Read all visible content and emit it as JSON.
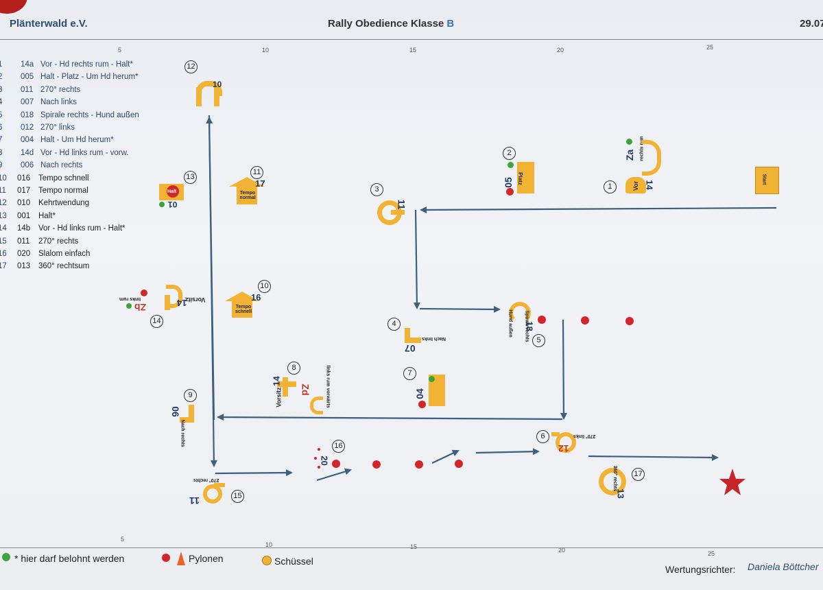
{
  "header": {
    "club": "Plänterwald e.V.",
    "title_main": "Rally Obedience Klasse ",
    "title_class": "B",
    "date": "29.07"
  },
  "legend": [
    {
      "idx": "1",
      "code": "14a",
      "label": "Vor - Hd rechts rum - Halt*"
    },
    {
      "idx": "2",
      "code": "005",
      "label": "Halt - Platz - Um Hd herum*"
    },
    {
      "idx": "3",
      "code": "011",
      "label": "270° rechts"
    },
    {
      "idx": "4",
      "code": "007",
      "label": "Nach links"
    },
    {
      "idx": "5",
      "code": "018",
      "label": "Spirale rechts - Hund außen"
    },
    {
      "idx": "6",
      "code": "012",
      "label": "270° links"
    },
    {
      "idx": "7",
      "code": "004",
      "label": "Halt - Um Hd herum*"
    },
    {
      "idx": "8",
      "code": "14d",
      "label": "Vor - Hd links rum - vorw."
    },
    {
      "idx": "9",
      "code": "006",
      "label": "Nach rechts"
    },
    {
      "idx": "10",
      "code": "016",
      "label": "Tempo schnell"
    },
    {
      "idx": "11",
      "code": "017",
      "label": "Tempo normal"
    },
    {
      "idx": "12",
      "code": "010",
      "label": "Kehrtwendung"
    },
    {
      "idx": "13",
      "code": "001",
      "label": "Halt*"
    },
    {
      "idx": "14",
      "code": "14b",
      "label": "Vor - Hd links rum - Halt*"
    },
    {
      "idx": "15",
      "code": "011",
      "label": "270° rechts"
    },
    {
      "idx": "16",
      "code": "020",
      "label": "Slalom einfach"
    },
    {
      "idx": "17",
      "code": "013",
      "label": "360° rechtsum"
    }
  ],
  "ruler": [
    "5",
    "10",
    "15",
    "20",
    "25"
  ],
  "stations": [
    {
      "n": "1"
    },
    {
      "n": "2"
    },
    {
      "n": "3"
    },
    {
      "n": "4"
    },
    {
      "n": "5"
    },
    {
      "n": "6"
    },
    {
      "n": "7"
    },
    {
      "n": "8"
    },
    {
      "n": "9"
    },
    {
      "n": "10"
    },
    {
      "n": "11"
    },
    {
      "n": "12"
    },
    {
      "n": "13"
    },
    {
      "n": "14"
    },
    {
      "n": "15"
    },
    {
      "n": "16"
    },
    {
      "n": "17"
    }
  ],
  "signs": {
    "start": "Start",
    "halt": "Halt",
    "s01": "01",
    "s02": "05",
    "s02_text": "Platz",
    "s03": "11",
    "s04": "07",
    "s04_text": "Nach links",
    "s05": "18",
    "s05_text": "Spirale rechts",
    "s05_sub": "Hund außen",
    "s06": "12",
    "s06_text": "270° links",
    "s07": "04",
    "s08_a": "14",
    "s08_b": "Zd",
    "s08_vor": "Vorsitz",
    "s08_text": "links rum vorwärts",
    "s09": "06",
    "s09_text": "Nach rechts",
    "s10": "16",
    "s10_text": "Tempo schnell",
    "s11": "17",
    "s11_text": "Tempo normal",
    "s12": "10",
    "s14_a": "14",
    "s14_b": "Zb",
    "s14_vor": "Vorsitz",
    "s14_text": "links rum",
    "s15": "11",
    "s15_text": "270° rechts",
    "s16": "20",
    "s17": "13",
    "s17_text": "360° rechts",
    "s1_a": "14",
    "s1_b": "Za",
    "s1_vor": "Vor",
    "s1_text": "rechts rum"
  },
  "footer": {
    "reward": "* hier darf belohnt werden",
    "pylons": "Pylonen",
    "bowl": "Schüssel",
    "judge_label": "Wertungsrichter:",
    "judge_name": "Daniela Böttcher"
  },
  "colors": {
    "arrow": "#3d5f80",
    "sign": "#f2b335",
    "pylon": "#d1262a",
    "reward": "#3aa63a",
    "finish": "#c8252b"
  }
}
